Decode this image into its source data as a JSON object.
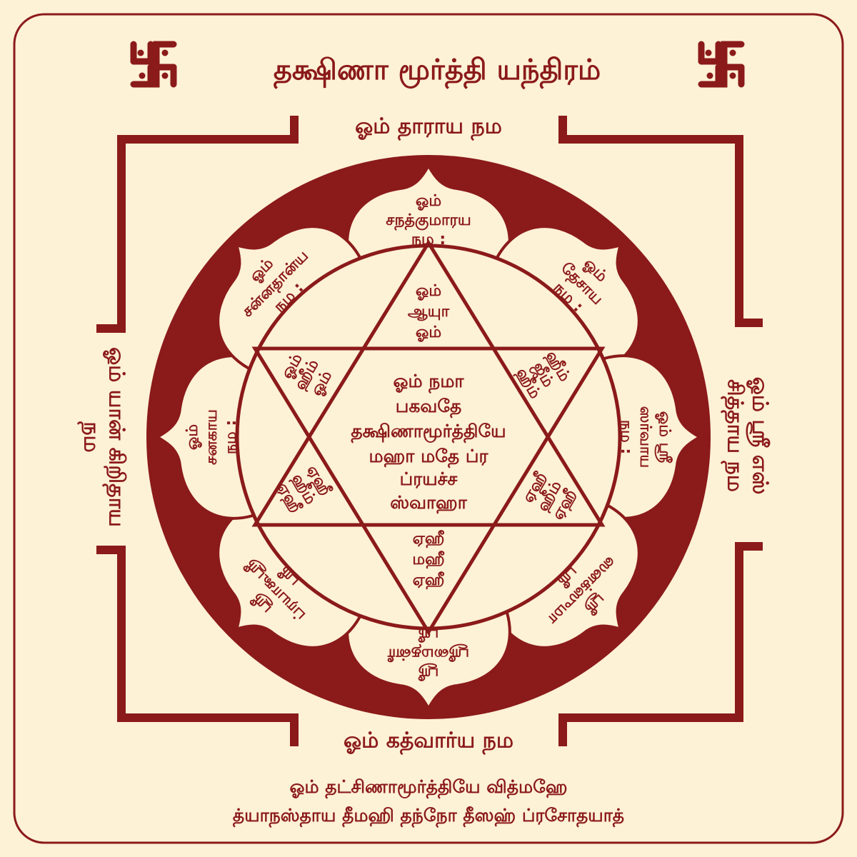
{
  "title": "தக்ஷிணா மூர்த்தி யந்திரம்",
  "colors": {
    "primary": "#8b1a1a",
    "background": "#fdf1d6"
  },
  "icons": {
    "corner": "swastika-icon"
  },
  "sides": {
    "top": "ஓம் தாராய நம",
    "bottom": "ஓம் கத்வார்ய நம",
    "left": [
      "ஓம் யான் கிறிதாய",
      "நம"
    ],
    "right": [
      "ஓம் ஸ்ரீ எஸ்",
      "சித்தாய நம"
    ]
  },
  "petals": [
    {
      "lines": [
        "ஓம்",
        "சநத்குமாரய",
        "நம :"
      ]
    },
    {
      "lines": [
        "ஓம்",
        "தேசாய",
        "நம :"
      ]
    },
    {
      "lines": [
        "ஓம் ஸ்ரீ",
        "ஸர்வாய",
        "நம :"
      ]
    },
    {
      "lines": [
        "ஸ்ரீ",
        "ஸனக்ஸுமா",
        "ஸ்ரீ"
      ]
    },
    {
      "lines": [
        "ஸ்ரீ",
        "ஸ்ரீமைதன்ரீ",
        "ஸ்ரீ"
      ]
    },
    {
      "lines": [
        "ஸ்ரீ",
        "ப்ரயாகூஸ்ரீ",
        "ஸ்ரீ"
      ]
    },
    {
      "lines": [
        "ஓம்",
        "சனகாய",
        "நம :"
      ]
    },
    {
      "lines": [
        "ஓம்",
        "சன்னதான்ய",
        "நம :"
      ]
    }
  ],
  "triangles": {
    "top": [
      "ஓம்",
      "ஆயுா",
      "ஓம்"
    ],
    "bottom": [
      "ஏஹீ",
      "மஹீ",
      "ஏஹீ"
    ],
    "upper_left": [
      "ஓம்",
      "ஹீம்",
      "ஓம்"
    ],
    "upper_right": [
      "ஹீம்",
      "ஜீம்",
      "ஹீம்"
    ],
    "lower_left": [
      "ஏஹீ",
      "ஹீம்",
      "ஏஹீ"
    ],
    "lower_right": [
      "ஏஹீ",
      "ஹீம்",
      "ஏஹீ"
    ]
  },
  "center": [
    "ஓம் நமா",
    "பகவதே",
    "தக்ஷிணாமூர்த்தியே",
    "மஹா மதே ப்ர",
    "ப்ரயச்ச",
    "ஸ்வாஹா"
  ],
  "gayatri": [
    "ஓம் தட்சிணாமூர்த்தியே வித்மஹே",
    "த்யாநஸ்தாய தீமஹி தந்நோ தீஸஹ் ப்ரசோதயாத்"
  ]
}
